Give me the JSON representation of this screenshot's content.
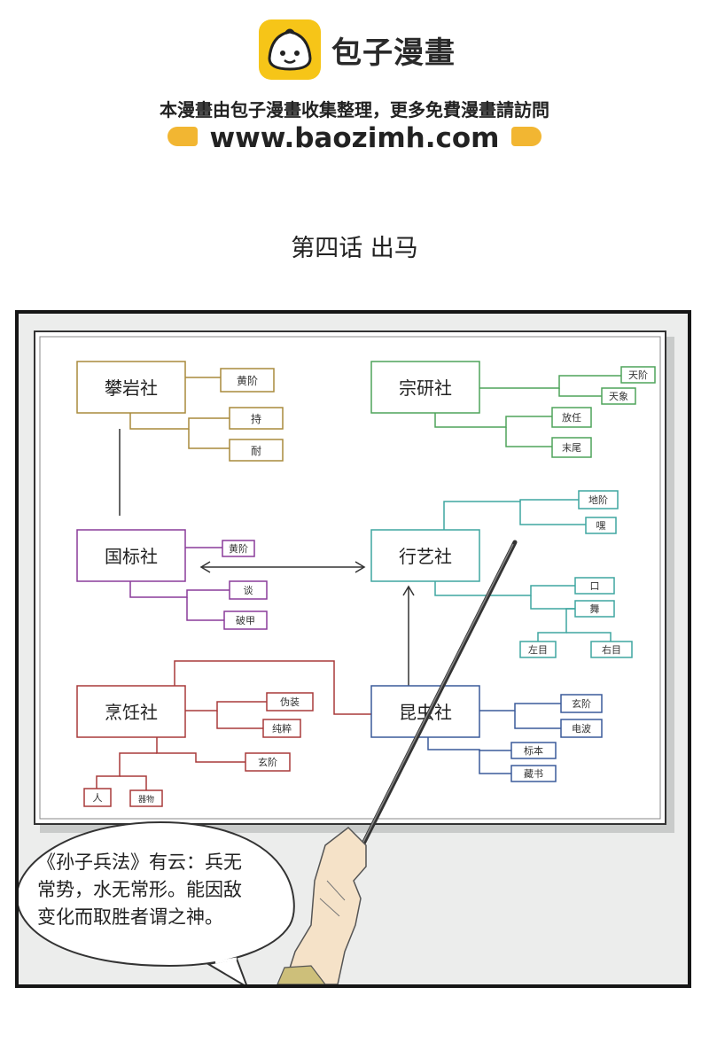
{
  "header": {
    "brand_name": "包子漫畫",
    "notice": "本漫畫由包子漫畫收集整理，更多免費漫畫請訪問",
    "url": "www.baozimh.com",
    "colors": {
      "logo_bg": "#f6c518",
      "hand": "#f2b632"
    }
  },
  "chapter": {
    "title": "第四话 出马"
  },
  "board": {
    "clubs": [
      {
        "name": "攀岩社",
        "color": "#a88a3c",
        "skills": [
          "黄阶",
          "持",
          "耐"
        ]
      },
      {
        "name": "宗研社",
        "color": "#4ea45a",
        "skills": [
          "天阶",
          "天象",
          "放任",
          "末尾"
        ]
      },
      {
        "name": "国标社",
        "color": "#8a3c9a",
        "skills": [
          "黄阶",
          "谈",
          "破甲"
        ]
      },
      {
        "name": "行艺社",
        "color": "#3fa6a0",
        "skills": [
          "地阶",
          "嘿",
          "口",
          "舞",
          "左目",
          "右目"
        ]
      },
      {
        "name": "烹饪社",
        "color": "#a83a3a",
        "skills": [
          "伪装",
          "纯粹",
          "玄阶",
          "人",
          "器物"
        ]
      },
      {
        "name": "昆虫社",
        "color": "#3a5a9a",
        "skills": [
          "玄阶",
          "电波",
          "标本",
          "藏书"
        ]
      }
    ]
  },
  "speech": {
    "lines": [
      "《孙子兵法》有云：兵无",
      "常势，水无常形。能因敌",
      "变化而取胜者谓之神。"
    ]
  }
}
